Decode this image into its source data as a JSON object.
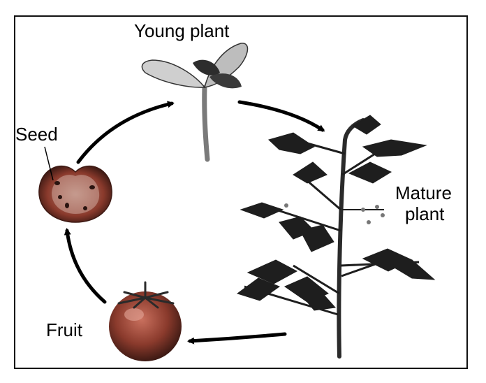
{
  "diagram": {
    "stages": {
      "young_plant": "Young plant",
      "mature_plant_line1": "Mature",
      "mature_plant_line2": "plant",
      "fruit": "Fruit",
      "seed": "Seed"
    },
    "colors": {
      "ink": "#000000",
      "fruit_red": "#8a3a2c",
      "leaf_dark": "#2d2d2d",
      "stem_gray": "#7a7a7a"
    }
  }
}
